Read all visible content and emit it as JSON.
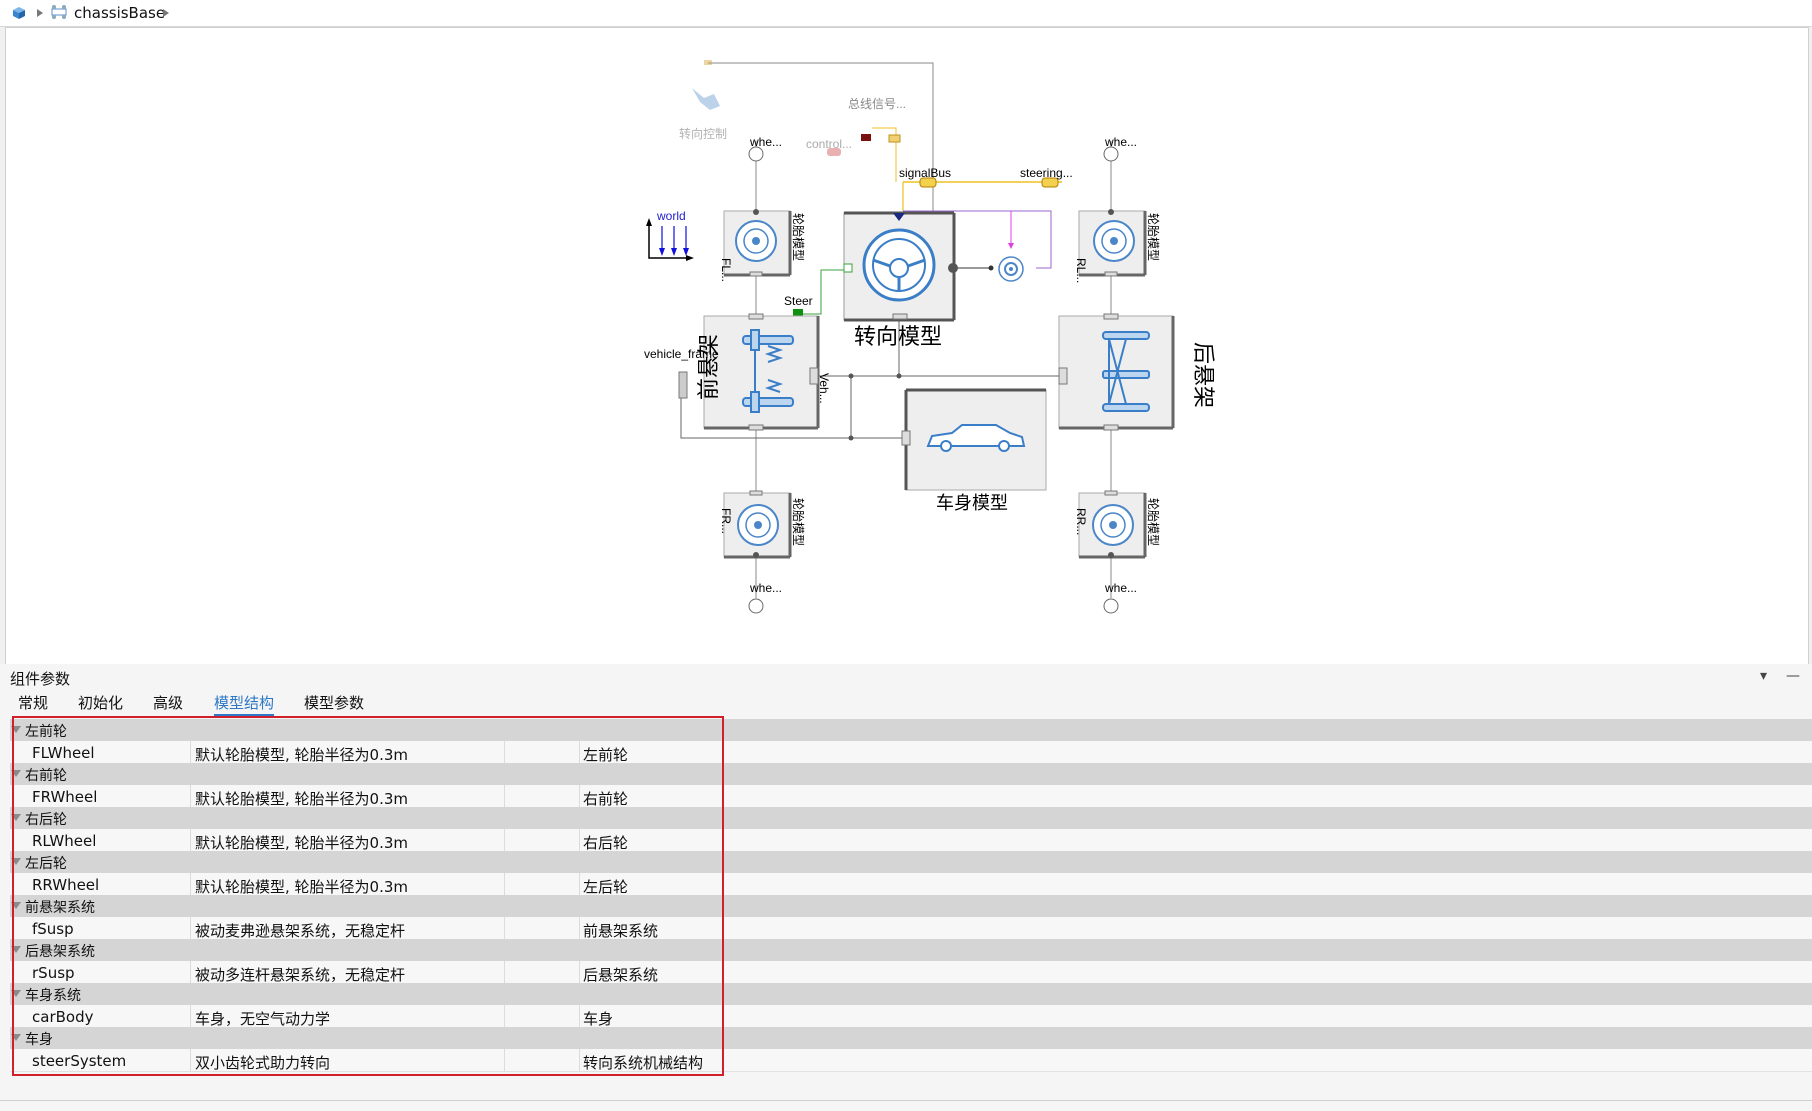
{
  "breadcrumb": {
    "model_name": "chassisBase"
  },
  "diagram": {
    "labels": {
      "steer_control": "转向控制",
      "bus_signal": "总线信号...",
      "control": "control...",
      "signal_bus": "signalBus",
      "steering": "steering...",
      "world": "world",
      "whe_fl": "whe...",
      "whe_rl": "whe...",
      "whe_fr": "whe...",
      "whe_rr": "whe...",
      "fl_name": "FL...",
      "rl_name": "RL...",
      "fr_name": "FR...",
      "rr_name": "RR...",
      "tire_model_fl": "轮胎模型",
      "tire_model_rl": "轮胎模型",
      "tire_model_fr": "轮胎模型",
      "tire_model_rr": "轮胎模型",
      "steer_port": "Steer",
      "steer_model": "转向模型",
      "vehicle_frame": "vehicle_frame",
      "front_susp": "前悬架",
      "rear_susp": "后悬架",
      "veh_port": "Veh...",
      "body_model": "车身模型"
    }
  },
  "panel": {
    "title": "组件参数",
    "tabs": [
      "常规",
      "初始化",
      "高级",
      "模型结构",
      "模型参数"
    ],
    "active_tab": "模型结构",
    "groups": [
      {
        "group": "左前轮",
        "name": "FLWheel",
        "desc": "默认轮胎模型, 轮胎半径为0.3m",
        "note": "左前轮"
      },
      {
        "group": "右前轮",
        "name": "FRWheel",
        "desc": "默认轮胎模型, 轮胎半径为0.3m",
        "note": "右前轮"
      },
      {
        "group": "右后轮",
        "name": "RLWheel",
        "desc": "默认轮胎模型, 轮胎半径为0.3m",
        "note": "右后轮"
      },
      {
        "group": "左后轮",
        "name": "RRWheel",
        "desc": "默认轮胎模型, 轮胎半径为0.3m",
        "note": "左后轮"
      },
      {
        "group": "前悬架系统",
        "name": "fSusp",
        "desc": "被动麦弗逊悬架系统，无稳定杆",
        "note": "前悬架系统"
      },
      {
        "group": "后悬架系统",
        "name": "rSusp",
        "desc": "被动多连杆悬架系统，无稳定杆",
        "note": "后悬架系统"
      },
      {
        "group": "车身系统",
        "name": "carBody",
        "desc": "车身，无空气动力学",
        "note": "车身"
      },
      {
        "group": "车身",
        "name": "steerSystem",
        "desc": "双小齿轮式助力转向",
        "note": "转向系统机械结构"
      }
    ]
  },
  "colors": {
    "accent_tab": "#2e78c8",
    "highlight_box": "#d0202a",
    "wire_yellow": "#f0c020",
    "wire_purple": "#9966cc",
    "wire_magenta": "#e040e0",
    "wire_green": "#3aa03a"
  }
}
